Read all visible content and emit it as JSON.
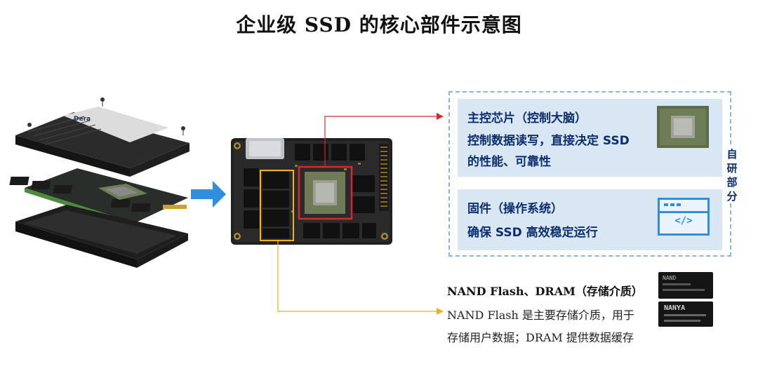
{
  "title": "企业级 SSD 的核心部件示意图",
  "side_label": "自研部分",
  "controller": {
    "title": "主控芯片（控制大脑）",
    "desc_line1": "控制数据读写，直接决定 SSD",
    "desc_line2": "的性能、可靠性"
  },
  "firmware": {
    "title": "固件（操作系统）",
    "desc": "确保 SSD 高效稳定运行",
    "icon_text": "</>"
  },
  "nand": {
    "title": "NAND Flash、DRAM（存储介质）",
    "desc_line1": "NAND Flash 是主要存储介质，用于",
    "desc_line2": "存储用户数据；DRAM 提供数据缓存",
    "chip1_text": "NAND",
    "chip2_text": "NANYA"
  },
  "colors": {
    "accent_blue": "#2f8fdc",
    "controller_highlight": "#d62a2a",
    "nand_highlight": "#f2b21a",
    "card_bg": "#d9e6f3",
    "card_text": "#0b2e6f"
  }
}
